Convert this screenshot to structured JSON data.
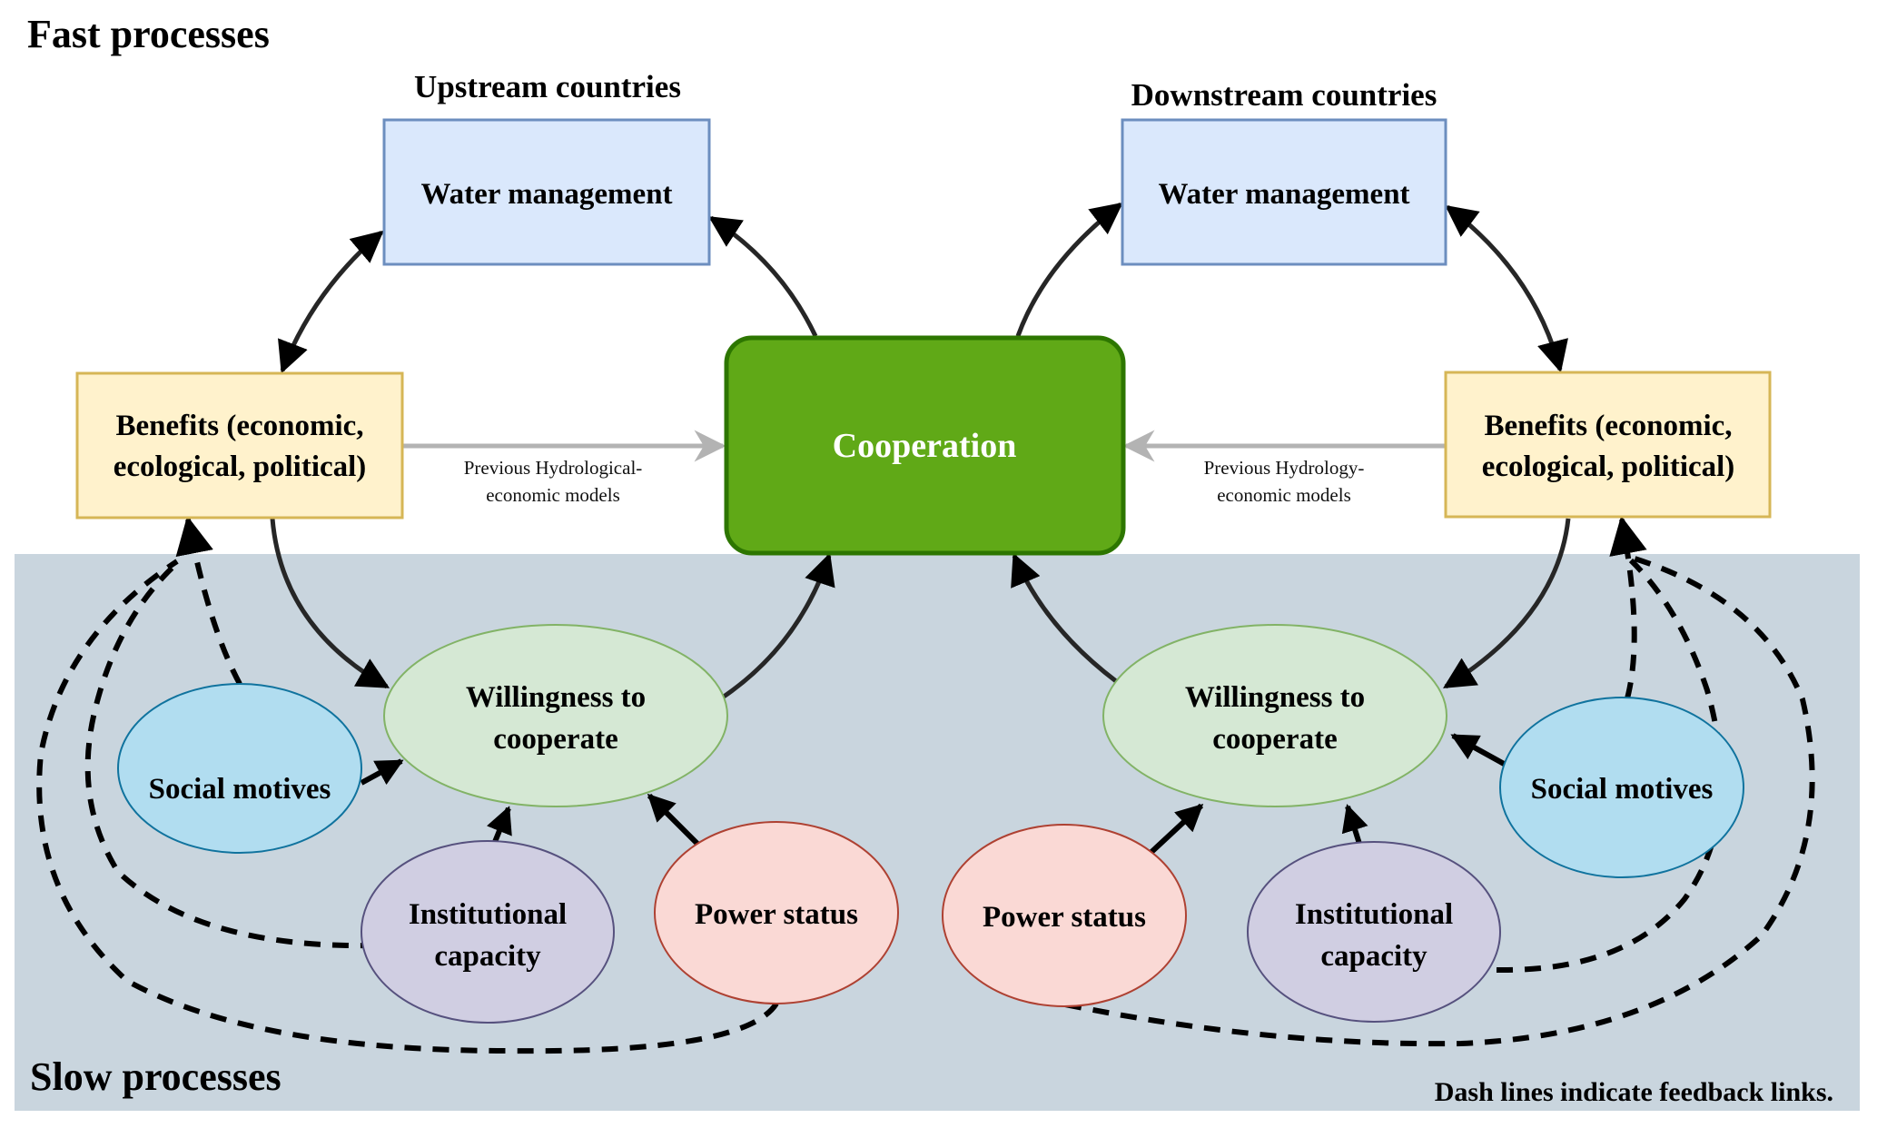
{
  "titles": {
    "fast": "Fast processes",
    "slow": "Slow processes",
    "upstream": "Upstream countries",
    "downstream": "Downstream countries",
    "legend": "Dash lines indicate feedback links."
  },
  "center": {
    "label": "Cooperation"
  },
  "upstream": {
    "water_management": "Water management",
    "benefits_line1": "Benefits (economic,",
    "benefits_line2": "ecological, political)",
    "willingness_line1": "Willingness to",
    "willingness_line2": "cooperate",
    "social_motives": "Social motives",
    "institutional_line1": "Institutional",
    "institutional_line2": "capacity",
    "power_status": "Power status",
    "model_note_line1": "Previous Hydrological-",
    "model_note_line2": "economic models"
  },
  "downstream": {
    "water_management": "Water management",
    "benefits_line1": "Benefits (economic,",
    "benefits_line2": "ecological, political)",
    "willingness_line1": "Willingness to",
    "willingness_line2": "cooperate",
    "social_motives": "Social motives",
    "institutional_line1": "Institutional",
    "institutional_line2": "capacity",
    "power_status": "Power status",
    "model_note_line1": "Previous Hydrology-",
    "model_note_line2": "economic models"
  },
  "colors": {
    "water_fill": "#dae8fc",
    "water_stroke": "#6c8ebf",
    "benefits_fill": "#fff2cc",
    "benefits_stroke": "#d6b656",
    "coop_fill": "#60a917",
    "coop_stroke": "#2d7600",
    "willingness_fill": "#d5e8d4",
    "willingness_stroke": "#82b366",
    "social_fill": "#b1ddf0",
    "social_stroke": "#10739e",
    "institutional_fill": "#d0cee2",
    "institutional_stroke": "#56517e",
    "power_fill": "#fad9d5",
    "power_stroke": "#ae4132",
    "slow_panel": "#c9d5de"
  }
}
